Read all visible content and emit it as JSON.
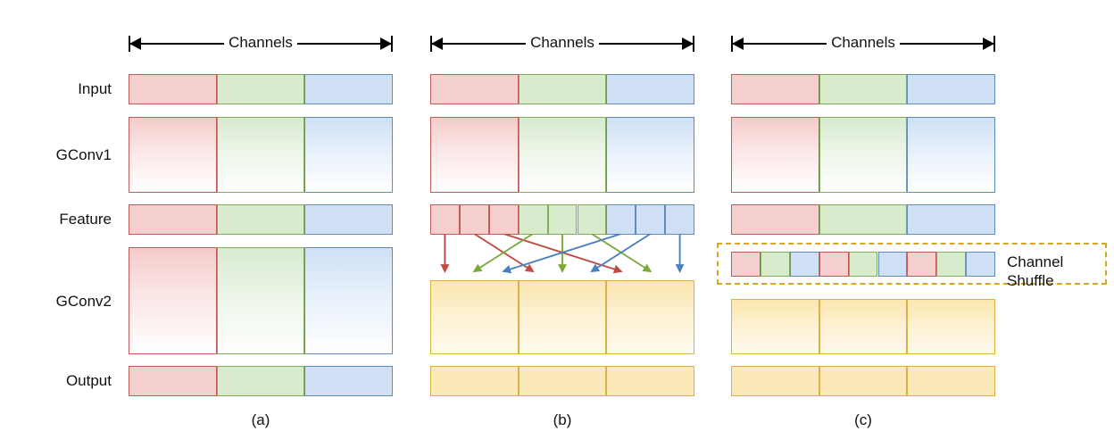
{
  "figure": {
    "title": "Channel shuffle for group convolutions",
    "background": "#ffffff",
    "row_labels": [
      "Input",
      "GConv1",
      "Feature",
      "GConv2",
      "Output"
    ],
    "axis_caption": "Channels",
    "panel_captions": [
      "(a)",
      "(b)",
      "(c)"
    ],
    "shuffle_label_line1": "Channel",
    "shuffle_label_line2": "Shuffle"
  },
  "colors": {
    "red_fill": "#f6cfcf",
    "red_border": "#c15b57",
    "green_fill": "#d9ebcd",
    "green_border": "#7fae57",
    "blue_fill": "#cfe0f5",
    "blue_border": "#5f8cc0",
    "yellow_fill": "#fce9b8",
    "yellow_border": "#dfae45",
    "arrow_red": "#bf4b42",
    "arrow_green": "#7aaa3a",
    "arrow_blue": "#4a80c0",
    "dash_border": "#d9a520",
    "text": "#111111"
  },
  "panels": [
    {
      "id": "a",
      "caption": "(a)",
      "rows": [
        {
          "name": "Input",
          "style": "flat",
          "groups": [
            "red",
            "green",
            "blue"
          ],
          "cells_per_group": 1
        },
        {
          "name": "GConv1",
          "style": "gradient",
          "groups": [
            "red",
            "green",
            "blue"
          ],
          "cells_per_group": 1
        },
        {
          "name": "Feature",
          "style": "flat",
          "groups": [
            "red",
            "green",
            "blue"
          ],
          "cells_per_group": 1
        },
        {
          "name": "GConv2",
          "style": "gradient",
          "groups": [
            "red",
            "green",
            "blue"
          ],
          "cells_per_group": 1
        },
        {
          "name": "Output",
          "style": "flat",
          "groups": [
            "red",
            "green",
            "blue"
          ],
          "cells_per_group": 1
        }
      ],
      "has_shuffle": false,
      "has_arrows": false
    },
    {
      "id": "b",
      "caption": "(b)",
      "rows": [
        {
          "name": "Input",
          "style": "flat",
          "groups": [
            "red",
            "green",
            "blue"
          ],
          "cells_per_group": 1
        },
        {
          "name": "GConv1",
          "style": "gradient",
          "groups": [
            "red",
            "green",
            "blue"
          ],
          "cells_per_group": 1
        },
        {
          "name": "Feature",
          "style": "flat",
          "groups": [
            "red",
            "green",
            "blue"
          ],
          "cells_per_group": 3
        },
        {
          "name": "GConv2",
          "style": "gradient-yellow",
          "groups": [
            "yellow",
            "yellow",
            "yellow"
          ],
          "cells_per_group": 1
        },
        {
          "name": "Output",
          "style": "flat-yellow",
          "groups": [
            "yellow",
            "yellow",
            "yellow"
          ],
          "cells_per_group": 1
        }
      ],
      "has_shuffle": false,
      "has_arrows": true,
      "arrow_mapping": [
        {
          "from_cell": 0,
          "to_slot": 0,
          "color": "red"
        },
        {
          "from_cell": 1,
          "to_slot": 3,
          "color": "red"
        },
        {
          "from_cell": 2,
          "to_slot": 6,
          "color": "red"
        },
        {
          "from_cell": 3,
          "to_slot": 1,
          "color": "green"
        },
        {
          "from_cell": 4,
          "to_slot": 4,
          "color": "green"
        },
        {
          "from_cell": 5,
          "to_slot": 7,
          "color": "green"
        },
        {
          "from_cell": 6,
          "to_slot": 2,
          "color": "blue"
        },
        {
          "from_cell": 7,
          "to_slot": 5,
          "color": "blue"
        },
        {
          "from_cell": 8,
          "to_slot": 8,
          "color": "blue"
        }
      ]
    },
    {
      "id": "c",
      "caption": "(c)",
      "rows": [
        {
          "name": "Input",
          "style": "flat",
          "groups": [
            "red",
            "green",
            "blue"
          ],
          "cells_per_group": 1
        },
        {
          "name": "GConv1",
          "style": "gradient",
          "groups": [
            "red",
            "green",
            "blue"
          ],
          "cells_per_group": 1
        },
        {
          "name": "Feature",
          "style": "flat",
          "groups": [
            "red",
            "green",
            "blue"
          ],
          "cells_per_group": 1
        },
        {
          "name": "Shuffle",
          "style": "flat-interleaved",
          "sequence": [
            "red",
            "green",
            "blue",
            "red",
            "green",
            "blue",
            "red",
            "green",
            "blue"
          ]
        },
        {
          "name": "GConv2",
          "style": "gradient-yellow",
          "groups": [
            "yellow",
            "yellow",
            "yellow"
          ],
          "cells_per_group": 1
        },
        {
          "name": "Output",
          "style": "flat-yellow",
          "groups": [
            "yellow",
            "yellow",
            "yellow"
          ],
          "cells_per_group": 1
        }
      ],
      "has_shuffle": true,
      "has_arrows": false
    }
  ]
}
